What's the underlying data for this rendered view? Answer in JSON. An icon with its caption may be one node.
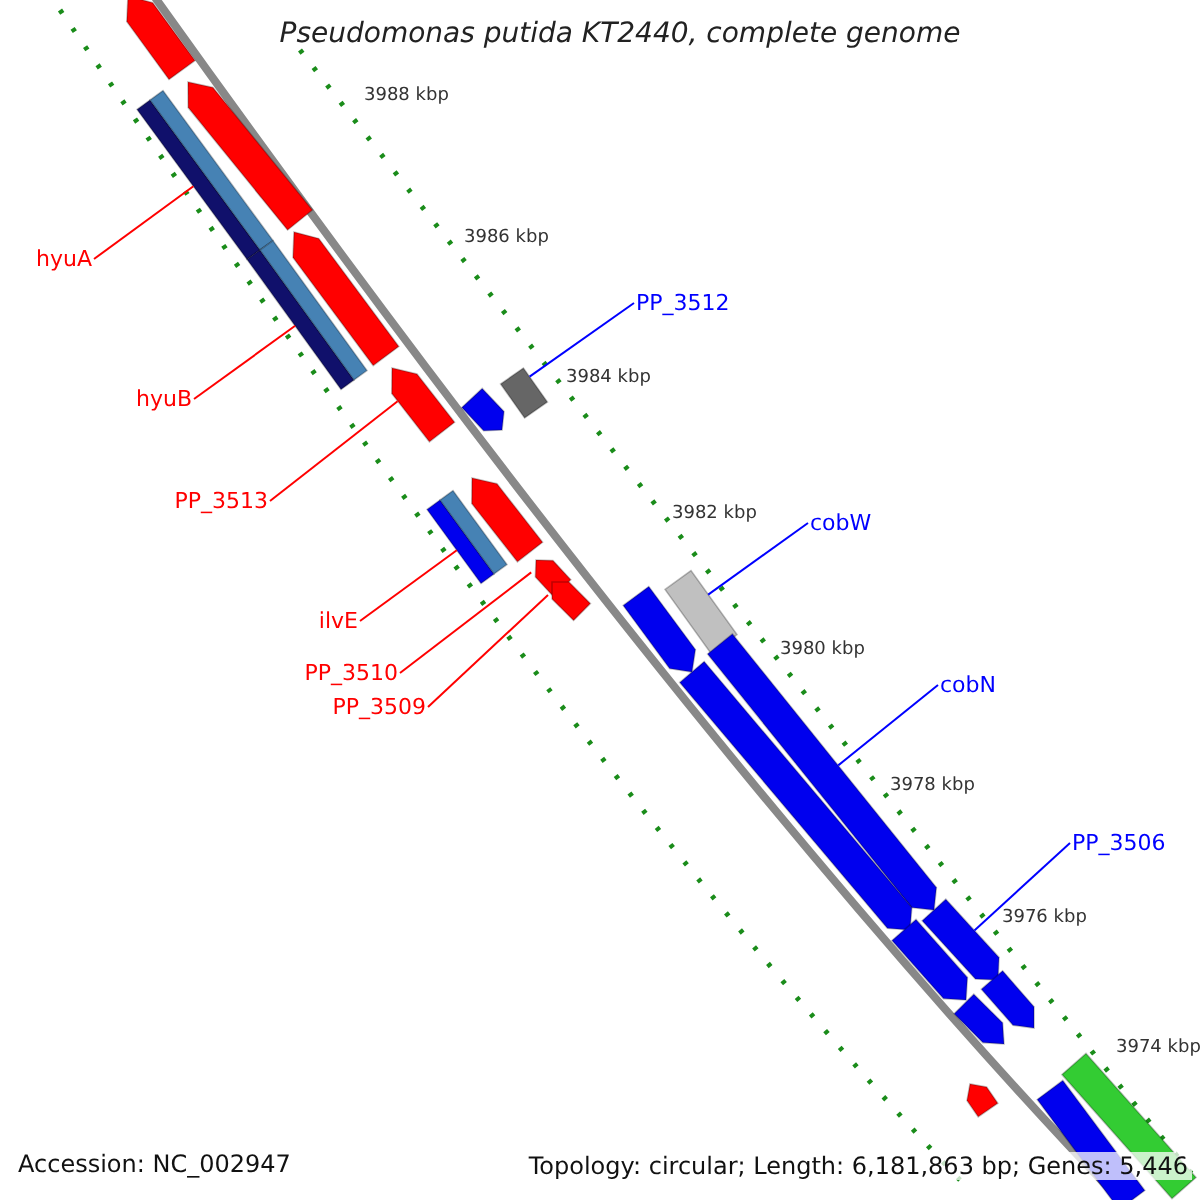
{
  "diagram": {
    "title": "Pseudomonas putida KT2440, complete genome",
    "nodes": [
      {
        "text": [],
        "shape": "arrow"
      },
      {
        "text": [],
        "shape": "arrow"
      },
      {
        "text": [],
        "shape": "bar"
      },
      {
        "text": [],
        "shape": "arrow"
      },
      {
        "text": [],
        "shape": "bar"
      },
      {
        "text": [
          "hyuA"
        ]
      },
      {
        "text": [
          "PP_3512"
        ]
      },
      {
        "text": [],
        "shape": "arrow"
      },
      {
        "text": [],
        "shape": "bar"
      },
      {
        "text": [],
        "shape": "arrow"
      },
      {
        "text": [
          "hyuB"
        ]
      },
      {
        "text": [],
        "shape": "arrow"
      },
      {
        "text": [
          "PP_3513"
        ]
      },
      {
        "text": [],
        "shape": "bar"
      },
      {
        "text": [
          "cobW"
        ]
      },
      {
        "text": [],
        "shape": "arrow"
      },
      {
        "text": [],
        "shape": "bar"
      },
      {
        "text": [],
        "shape": "arrow"
      },
      {
        "text": [],
        "shape": "arrow"
      },
      {
        "text": [
          "ilvE"
        ]
      },
      {
        "text": [],
        "shape": "arrow"
      },
      {
        "text": [],
        "shape": "arrow"
      },
      {
        "text": [
          "PP_3510"
        ]
      },
      {
        "text": [
          "cobN"
        ]
      },
      {
        "text": [
          "PP_3509"
        ]
      },
      {
        "text": [
          "PP_3506"
        ]
      },
      {
        "text": [],
        "shape": "arrow"
      },
      {
        "text": [],
        "shape": "arrow"
      },
      {
        "text": [],
        "shape": "arrow"
      },
      {
        "text": [],
        "shape": "arrow"
      },
      {
        "text": [],
        "shape": "bar"
      },
      {
        "text": [],
        "shape": "arrow"
      },
      {
        "text": [],
        "shape": "bar"
      }
    ],
    "edges": [
      {
        "from": 5,
        "to": 2,
        "arrow": "none"
      },
      {
        "from": 10,
        "to": 4,
        "arrow": "none"
      },
      {
        "from": 12,
        "to": 7,
        "arrow": "none"
      },
      {
        "from": 19,
        "to": 13,
        "arrow": "none"
      },
      {
        "from": 22,
        "to": 15,
        "arrow": "none"
      },
      {
        "from": 24,
        "to": 17,
        "arrow": "none"
      },
      {
        "from": 6,
        "to": 8,
        "arrow": "none",
        "color": "#0000ff"
      },
      {
        "from": 14,
        "to": 16,
        "arrow": "none",
        "color": "#0000ff"
      },
      {
        "from": 23,
        "to": 20,
        "arrow": "none",
        "color": "#0000ff"
      },
      {
        "from": 25,
        "to": 26,
        "arrow": "none",
        "color": "#0000ff"
      }
    ],
    "labels": [
      "3988 kbp",
      "3986 kbp",
      "3984 kbp",
      "3982 kbp",
      "3980 kbp",
      "3978 kbp",
      "3976 kbp",
      "3974 kbp",
      "Accession: NC_002947",
      "Topology: circular; Length: 6,181,863 bp; Genes: 5,446"
    ]
  }
}
